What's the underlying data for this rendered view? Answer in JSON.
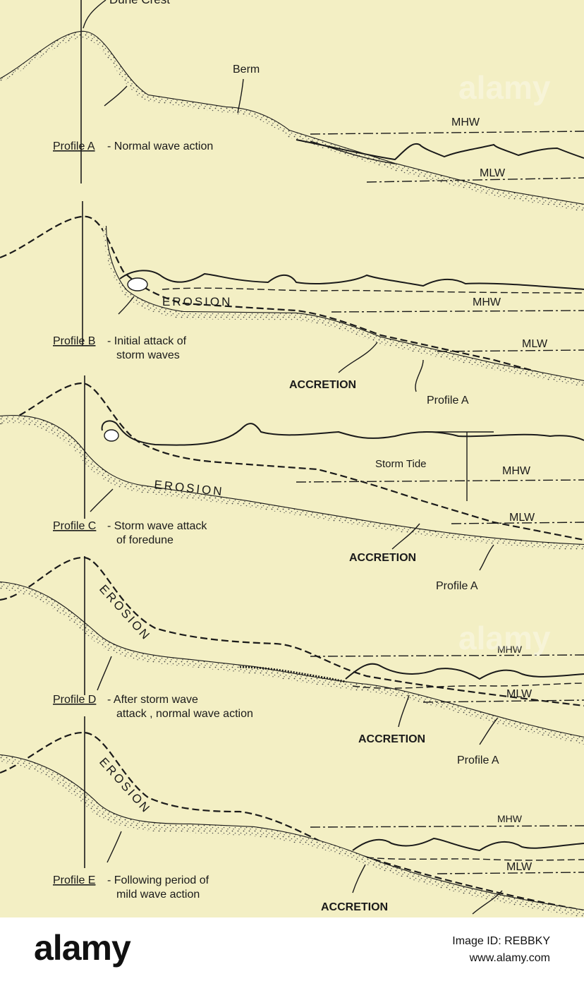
{
  "figure": {
    "dune_crest_label": "Dune Crest",
    "berm_label": "Berm",
    "mhw": "MHW",
    "mlw": "MLW",
    "erosion": "EROSION",
    "accretion": "ACCRETION",
    "profile_a_ref": "Profile A",
    "storm_tide": "Storm Tide",
    "profiles": [
      {
        "id": "Profile A",
        "desc1": "- Normal wave action",
        "desc2": ""
      },
      {
        "id": "Profile B",
        "desc1": "- Initial attack of",
        "desc2": "storm waves"
      },
      {
        "id": "Profile C",
        "desc1": "- Storm wave attack",
        "desc2": "of foredune"
      },
      {
        "id": "Profile D",
        "desc1": "- After storm wave",
        "desc2": "attack , normal wave action"
      },
      {
        "id": "Profile E",
        "desc1": "- Following period of",
        "desc2": "mild wave action"
      }
    ]
  },
  "watermark": {
    "text": "alamy"
  },
  "footer": {
    "logo": "alamy",
    "image_id_line": "Image ID: REBBKY",
    "site": "www.alamy.com"
  },
  "colors": {
    "paper": "#f3efc4",
    "ink": "#1a1a1a",
    "footer_bg": "#ffffff"
  }
}
